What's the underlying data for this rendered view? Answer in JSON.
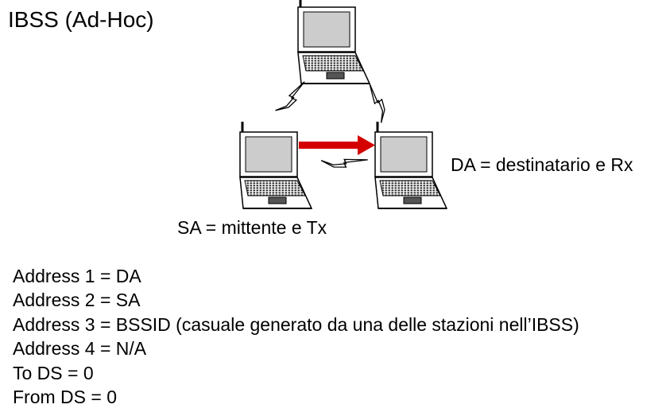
{
  "title": "IBSS (Ad-Hoc)",
  "nodes": {
    "top": {
      "icon": "laptop-icon"
    },
    "source": {
      "icon": "laptop-icon",
      "label": "SA = mittente e Tx"
    },
    "destination": {
      "icon": "laptop-icon",
      "label": "DA = destinatario e Rx"
    }
  },
  "links": {
    "wireless_icon": "lightning-bolt-icon",
    "data_arrow_color": "#d40000"
  },
  "fields": [
    "Address 1 = DA",
    "Address 2 = SA",
    "Address 3 = BSSID (casuale generato da una delle stazioni nell’IBSS)",
    "Address 4 = N/A",
    "To DS = 0",
    "From DS = 0"
  ]
}
